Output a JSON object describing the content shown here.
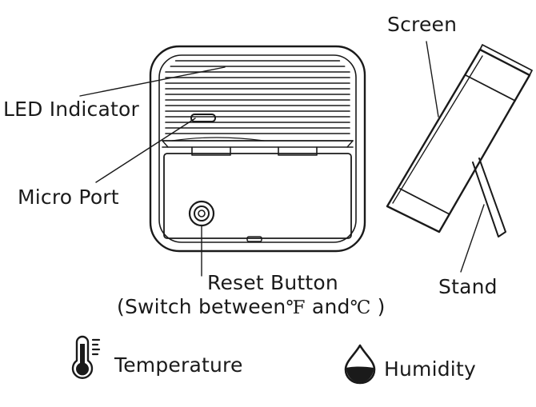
{
  "labels": {
    "screen": "Screen",
    "led_indicator": "LED Indicator",
    "micro_port": "Micro Port",
    "reset_button": "Reset Button",
    "switch_line_prefix": "(Switch between",
    "fahrenheit_symbol": "℉",
    "and_word": "and",
    "celsius_symbol": "℃",
    "switch_line_suffix": ")",
    "stand": "Stand",
    "temperature": "Temperature",
    "humidity": "Humidity"
  },
  "icons": {
    "temperature": "thermometer-icon",
    "humidity": "water-drop-icon"
  }
}
